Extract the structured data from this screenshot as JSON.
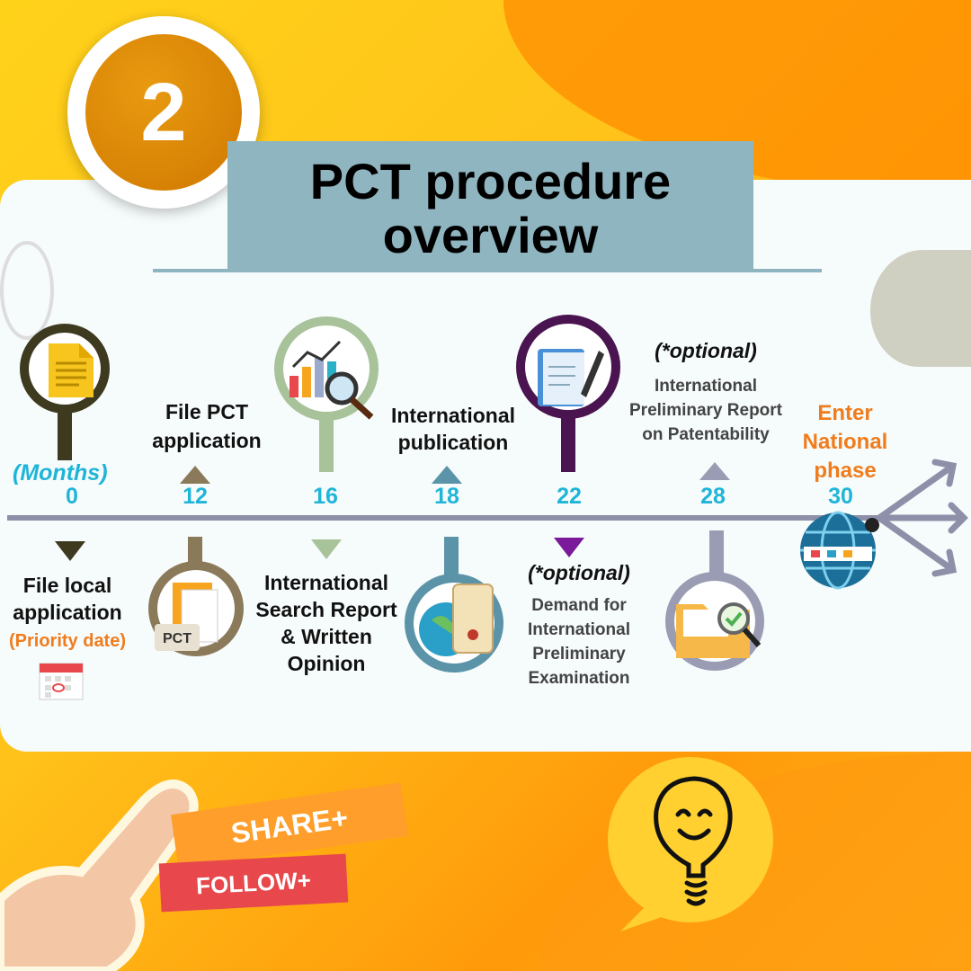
{
  "badge_number": "2",
  "title": "PCT procedure overview",
  "unit_label": "(Months)",
  "milestones": [
    {
      "month": "0",
      "label": "File local application",
      "sub": "(Priority date)",
      "icon": "document-icon",
      "position": "below"
    },
    {
      "month": "12",
      "label": "File PCT application",
      "icon": "pct-file-icon",
      "position": "above"
    },
    {
      "month": "16",
      "label": "International Search Report & Written Opinion",
      "icon": "chart-search-icon",
      "position": "below"
    },
    {
      "month": "18",
      "label": "International publication",
      "icon": "globe-certificate-icon",
      "position": "above"
    },
    {
      "month": "22",
      "optional": "(*optional)",
      "label": "Demand for International Preliminary Examination",
      "icon": "notebook-pen-icon",
      "position": "below"
    },
    {
      "month": "28",
      "optional": "(*optional)",
      "label": "International Preliminary Report on Patentability",
      "icon": "folder-check-icon",
      "position": "above"
    },
    {
      "month": "30",
      "label": "Enter National phase",
      "icon": "globe-flag-icon",
      "position": "above"
    }
  ],
  "share_label": "SHARE+",
  "follow_label": "FOLLOW+",
  "colors": {
    "accent": "#1fb5d8",
    "title_box": "#8fb5c0",
    "timeline": "#8e8fa8",
    "orange": "#f07c1c"
  }
}
